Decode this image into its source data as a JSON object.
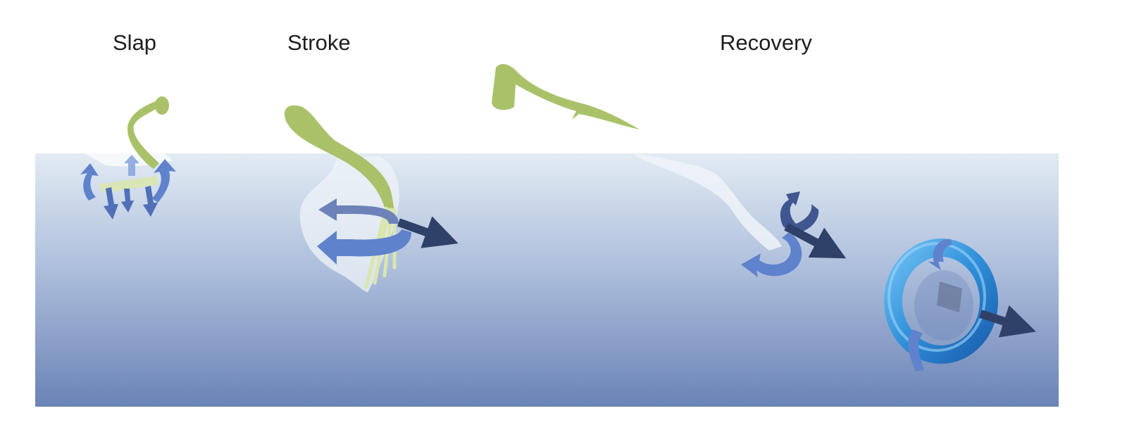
{
  "phases": {
    "slap": "Slap",
    "stroke": "Stroke",
    "recovery": "Recovery"
  },
  "colors": {
    "water_top": "#e2ebf3",
    "water_bottom": "#6a83b6",
    "leg": "#a9c26a",
    "leg_light": "#d9e6ad",
    "arrow_blue": "#5f82cc",
    "arrow_light": "#93aedf",
    "arrow_dark": "#2f4168",
    "ring": "#2f8fd8",
    "wake": "#eef3f8"
  },
  "icons": {
    "legs": "leg-shape",
    "flow": "flow-arrow",
    "vortex": "vortex-ring"
  }
}
